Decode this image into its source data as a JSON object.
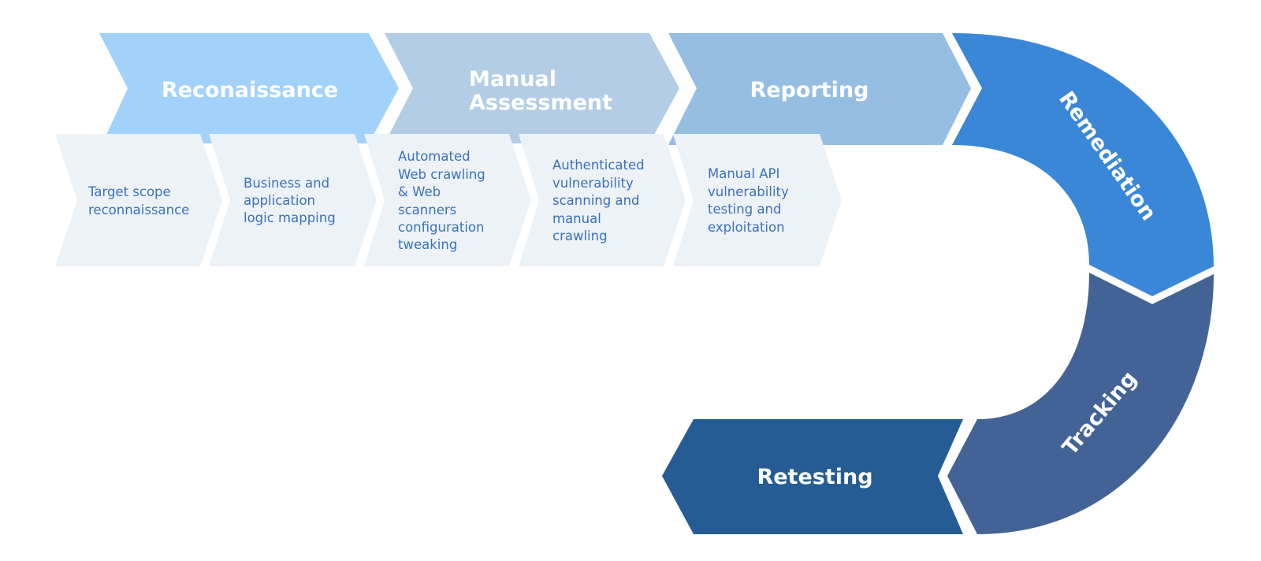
{
  "stages": {
    "reconnaissance": {
      "label": "Reconaissance",
      "color": "#a2d2fa"
    },
    "manual_assessment": {
      "line1": "Manual",
      "line2": "Assessment",
      "color": "#b2cde5"
    },
    "reporting": {
      "label": "Reporting",
      "color": "#96bee2"
    },
    "remediation": {
      "label": "Remediation",
      "color": "#3a87d8"
    },
    "tracking": {
      "label": "Tracking",
      "color": "#436396"
    },
    "retesting": {
      "label": "Retesting",
      "color": "#245c93"
    }
  },
  "substeps": {
    "color": "#edf2f7",
    "text_color": "#3a72b8",
    "items": [
      {
        "lines": [
          "Target scope",
          "reconnaissance"
        ]
      },
      {
        "lines": [
          "Business and",
          "application",
          "logic mapping"
        ]
      },
      {
        "lines": [
          "Automated",
          "Web crawling",
          "& Web",
          "scanners",
          "configuration",
          "tweaking"
        ]
      },
      {
        "lines": [
          "Authenticated",
          "vulnerability",
          "scanning and",
          "manual",
          "crawling"
        ]
      },
      {
        "lines": [
          "Manual API",
          "vulnerability",
          "testing and",
          "exploitation"
        ]
      }
    ]
  }
}
